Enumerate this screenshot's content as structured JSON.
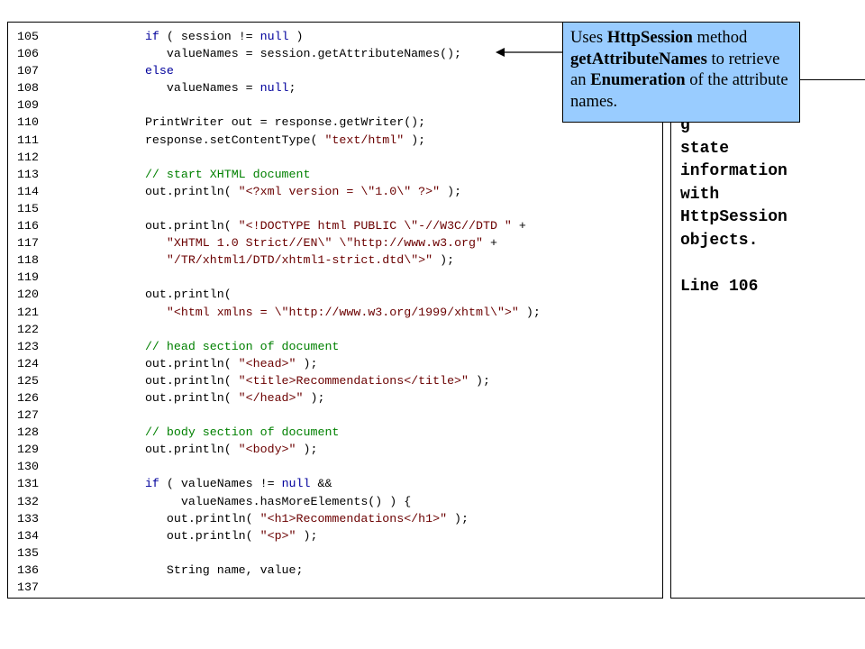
{
  "code_lines": [
    {
      "n": "105",
      "parts": [
        {
          "t": "   "
        },
        {
          "t": "if",
          "c": "kw"
        },
        {
          "t": " ( session != "
        },
        {
          "t": "null",
          "c": "kw"
        },
        {
          "t": " )"
        }
      ]
    },
    {
      "n": "106",
      "parts": [
        {
          "t": "      valueNames = session.getAttributeNames();"
        }
      ]
    },
    {
      "n": "107",
      "parts": [
        {
          "t": "   "
        },
        {
          "t": "else",
          "c": "kw"
        }
      ]
    },
    {
      "n": "108",
      "parts": [
        {
          "t": "      valueNames = "
        },
        {
          "t": "null",
          "c": "kw"
        },
        {
          "t": ";"
        }
      ]
    },
    {
      "n": "109",
      "parts": []
    },
    {
      "n": "110",
      "parts": [
        {
          "t": "   PrintWriter out = response.getWriter();"
        }
      ]
    },
    {
      "n": "111",
      "parts": [
        {
          "t": "   response.setContentType( "
        },
        {
          "t": "\"text/html\"",
          "c": "st"
        },
        {
          "t": " );"
        }
      ]
    },
    {
      "n": "112",
      "parts": []
    },
    {
      "n": "113",
      "parts": [
        {
          "t": "   "
        },
        {
          "t": "// start XHTML document",
          "c": "cm"
        }
      ]
    },
    {
      "n": "114",
      "parts": [
        {
          "t": "   out.println( "
        },
        {
          "t": "\"<?xml version = \\\"1.0\\\" ?>\"",
          "c": "st"
        },
        {
          "t": " );"
        }
      ]
    },
    {
      "n": "115",
      "parts": []
    },
    {
      "n": "116",
      "parts": [
        {
          "t": "   out.println( "
        },
        {
          "t": "\"<!DOCTYPE html PUBLIC \\\"-//W3C//DTD \"",
          "c": "st"
        },
        {
          "t": " +"
        }
      ]
    },
    {
      "n": "117",
      "parts": [
        {
          "t": "      "
        },
        {
          "t": "\"XHTML 1.0 Strict//EN\\\" \\\"http://www.w3.org\"",
          "c": "st"
        },
        {
          "t": " +"
        }
      ]
    },
    {
      "n": "118",
      "parts": [
        {
          "t": "      "
        },
        {
          "t": "\"/TR/xhtml1/DTD/xhtml1-strict.dtd\\\">\"",
          "c": "st"
        },
        {
          "t": " );"
        }
      ]
    },
    {
      "n": "119",
      "parts": []
    },
    {
      "n": "120",
      "parts": [
        {
          "t": "   out.println("
        }
      ]
    },
    {
      "n": "121",
      "parts": [
        {
          "t": "      "
        },
        {
          "t": "\"<html xmlns = \\\"http://www.w3.org/1999/xhtml\\\">\"",
          "c": "st"
        },
        {
          "t": " );"
        }
      ]
    },
    {
      "n": "122",
      "parts": []
    },
    {
      "n": "123",
      "parts": [
        {
          "t": "   "
        },
        {
          "t": "// head section of document",
          "c": "cm"
        }
      ]
    },
    {
      "n": "124",
      "parts": [
        {
          "t": "   out.println( "
        },
        {
          "t": "\"<head>\"",
          "c": "st"
        },
        {
          "t": " );"
        }
      ]
    },
    {
      "n": "125",
      "parts": [
        {
          "t": "   out.println( "
        },
        {
          "t": "\"<title>Recommendations</title>\"",
          "c": "st"
        },
        {
          "t": " );"
        }
      ]
    },
    {
      "n": "126",
      "parts": [
        {
          "t": "   out.println( "
        },
        {
          "t": "\"</head>\"",
          "c": "st"
        },
        {
          "t": " );"
        }
      ]
    },
    {
      "n": "127",
      "parts": []
    },
    {
      "n": "128",
      "parts": [
        {
          "t": "   "
        },
        {
          "t": "// body section of document",
          "c": "cm"
        }
      ]
    },
    {
      "n": "129",
      "parts": [
        {
          "t": "   out.println( "
        },
        {
          "t": "\"<body>\"",
          "c": "st"
        },
        {
          "t": " );"
        }
      ]
    },
    {
      "n": "130",
      "parts": []
    },
    {
      "n": "131",
      "parts": [
        {
          "t": "   "
        },
        {
          "t": "if",
          "c": "kw"
        },
        {
          "t": " ( valueNames != "
        },
        {
          "t": "null",
          "c": "kw"
        },
        {
          "t": " &&"
        }
      ]
    },
    {
      "n": "132",
      "parts": [
        {
          "t": "        valueNames.hasMoreElements() ) {"
        }
      ]
    },
    {
      "n": "133",
      "parts": [
        {
          "t": "      out.println( "
        },
        {
          "t": "\"<h1>Recommendations</h1>\"",
          "c": "st"
        },
        {
          "t": " );"
        }
      ]
    },
    {
      "n": "134",
      "parts": [
        {
          "t": "      out.println( "
        },
        {
          "t": "\"<p>\"",
          "c": "st"
        },
        {
          "t": " );"
        }
      ]
    },
    {
      "n": "135",
      "parts": []
    },
    {
      "n": "136",
      "parts": [
        {
          "t": "      String name, value;"
        }
      ]
    },
    {
      "n": "137",
      "parts": []
    }
  ],
  "side_panel": {
    "text": "g\nstate\ninformation\nwith\nHttpSession\nobjects.\n\nLine 106"
  },
  "callout": {
    "parts": [
      {
        "t": "Uses "
      },
      {
        "t": "HttpSession",
        "b": true
      },
      {
        "t": " method "
      },
      {
        "t": "getAttributeNames",
        "b": true
      },
      {
        "t": " to retrieve an "
      },
      {
        "t": "Enumeration",
        "b": true
      },
      {
        "t": " of the attribute names."
      }
    ]
  },
  "colors": {
    "keyword": "#00009c",
    "comment": "#008000",
    "string": "#6b0000",
    "callout_bg": "#99ccff"
  }
}
